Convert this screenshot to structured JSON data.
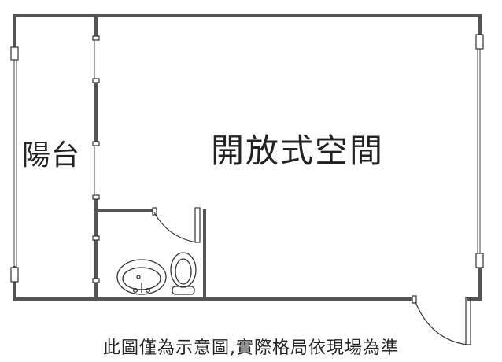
{
  "rooms": {
    "balcony": "陽台",
    "open_space": "開放式空間"
  },
  "disclaimer": "此圖僅為示意圖,實際格局依現場為準",
  "colors": {
    "wall": "#555555",
    "line": "#333333",
    "background": "#ffffff"
  }
}
